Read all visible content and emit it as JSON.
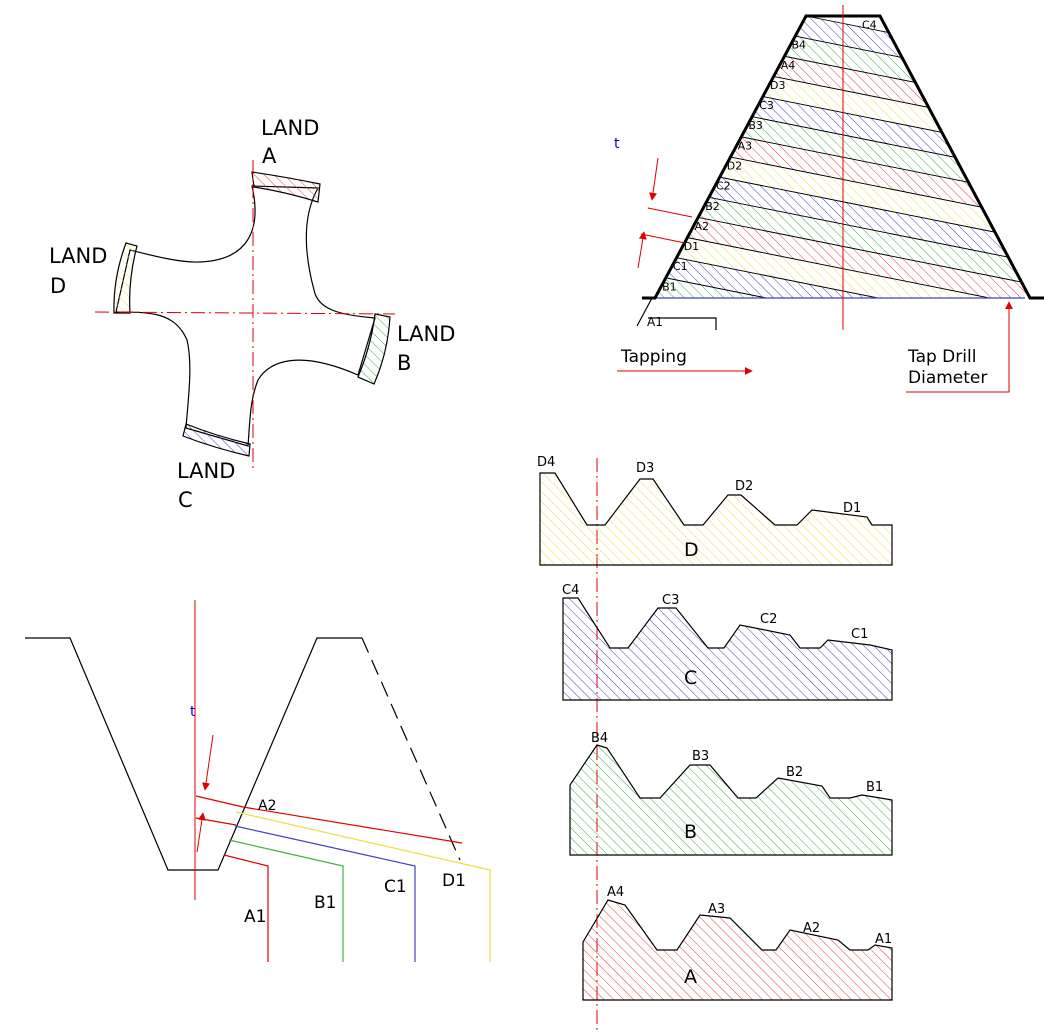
{
  "colors": {
    "land_a": "#e84040",
    "land_b": "#40b040",
    "land_c": "#4040c0",
    "land_d": "#e8e040",
    "centerline": "#e00000",
    "outline": "#000000",
    "t_mark": "#0000cc"
  },
  "cross_section": {
    "land_a_line1": "LAND",
    "land_a_line2": "A",
    "land_b_line1": "LAND",
    "land_b_line2": "B",
    "land_c_line1": "LAND",
    "land_c_line2": "C",
    "land_d_line1": "LAND",
    "land_d_line2": "D"
  },
  "chamfer": {
    "t_label": "t",
    "bands": [
      "C4",
      "B4",
      "A4",
      "D3",
      "C3",
      "B3",
      "A3",
      "D2",
      "C2",
      "B2",
      "A2",
      "D1",
      "C1",
      "B1"
    ],
    "a1_label": "A1",
    "tapping_label": "Tapping",
    "tap_drill_line1": "Tap Drill",
    "tap_drill_line2": "Diameter"
  },
  "thread_form": {
    "t_label": "t",
    "a2_label": "A2",
    "a1_label": "A1",
    "b1_label": "B1",
    "c1_label": "C1",
    "d1_label": "D1"
  },
  "profiles": {
    "d": {
      "letter": "D",
      "teeth": [
        "D4",
        "D3",
        "D2",
        "D1"
      ]
    },
    "c": {
      "letter": "C",
      "teeth": [
        "C4",
        "C3",
        "C2",
        "C1"
      ]
    },
    "b": {
      "letter": "B",
      "teeth": [
        "B4",
        "B3",
        "B2",
        "B1"
      ]
    },
    "a": {
      "letter": "A",
      "teeth": [
        "A4",
        "A3",
        "A2",
        "A1"
      ]
    }
  }
}
